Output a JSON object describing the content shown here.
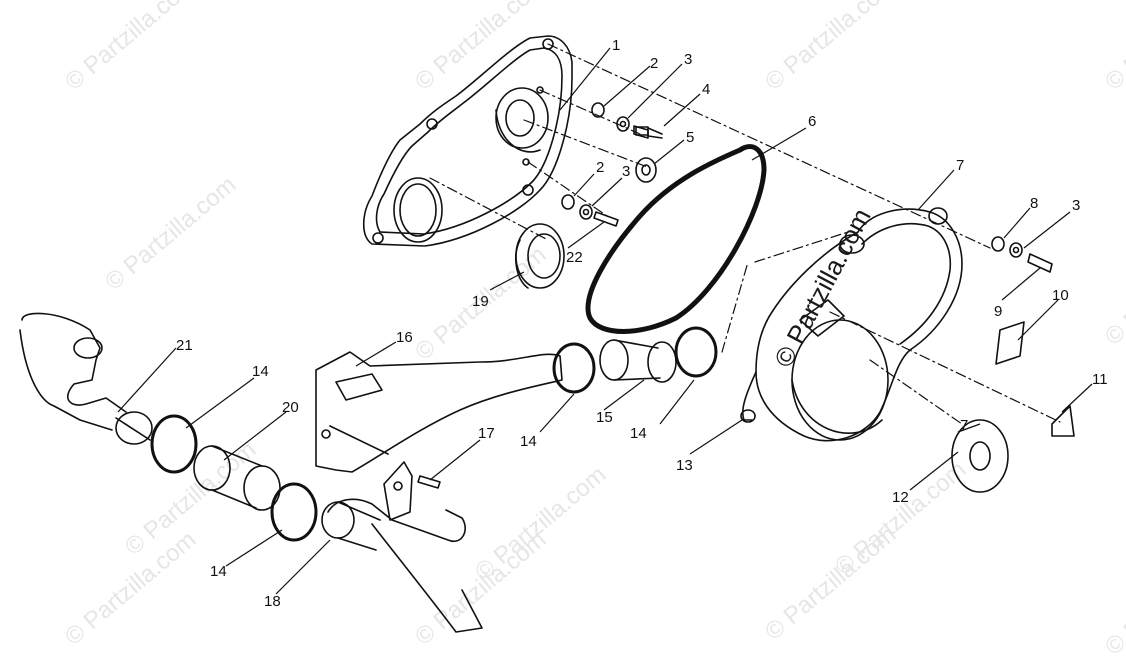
{
  "watermark": "© Partzilla.com",
  "callouts": [
    "1",
    "2",
    "3",
    "4",
    "5",
    "6",
    "2",
    "3",
    "22",
    "19",
    "7",
    "8",
    "3",
    "9",
    "10",
    "11",
    "21",
    "16",
    "14",
    "20",
    "17",
    "14",
    "15",
    "14",
    "13",
    "7",
    "12",
    "14",
    "18"
  ]
}
